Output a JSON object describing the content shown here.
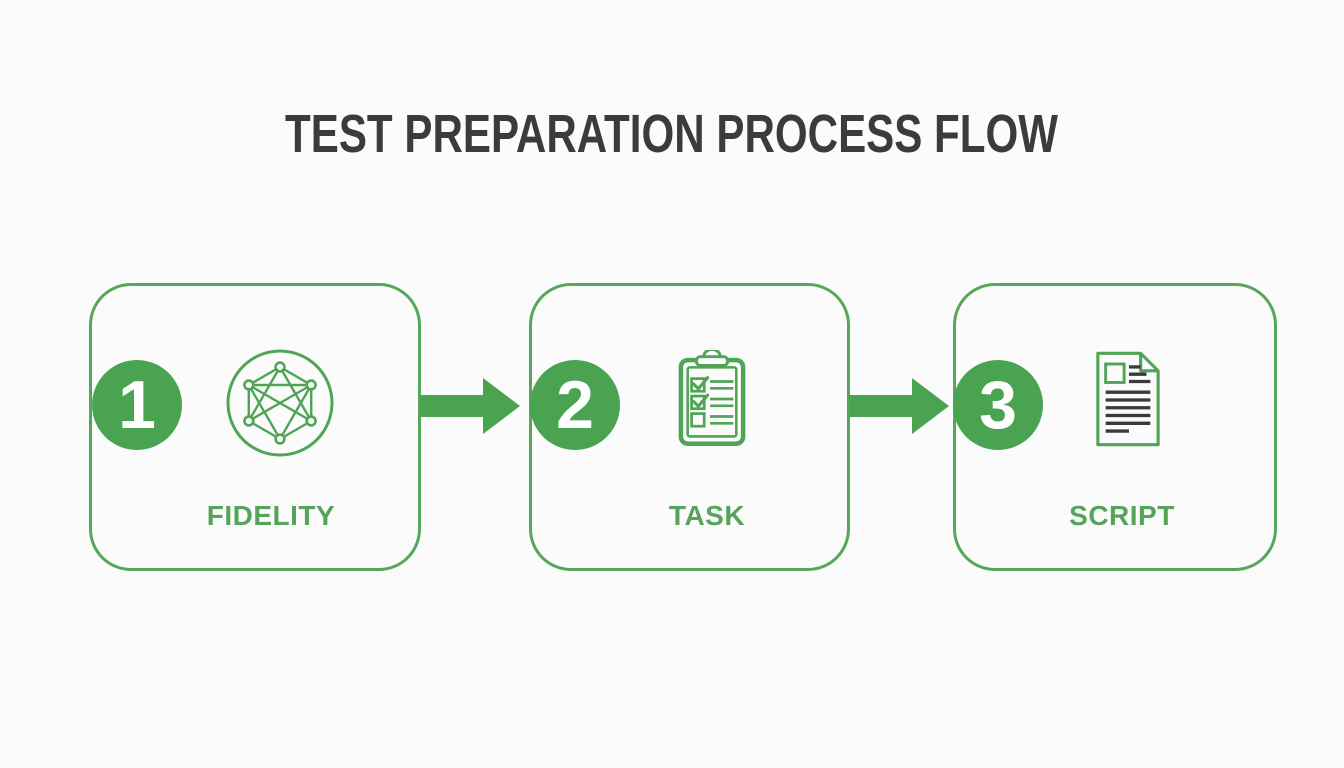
{
  "title": "TEST PREPARATION PROCESS FLOW",
  "steps": [
    {
      "number": "1",
      "label": "FIDELITY",
      "icon": "network-graph-icon"
    },
    {
      "number": "2",
      "label": "TASK",
      "icon": "clipboard-checklist-icon"
    },
    {
      "number": "3",
      "label": "SCRIPT",
      "icon": "document-icon"
    }
  ],
  "arrows": [
    {
      "from": "FIDELITY",
      "to": "TASK"
    },
    {
      "from": "TASK",
      "to": "SCRIPT"
    }
  ],
  "colors": {
    "background": "#FBFBFB",
    "card_border": "#57A75B",
    "accent_green": "#4AA350",
    "label_green": "#55A45A",
    "icon_green": "#4FA455",
    "icon_ink": "#3A3A3A",
    "title_color": "#3B3B3B",
    "number_text": "#FFFFFF"
  }
}
